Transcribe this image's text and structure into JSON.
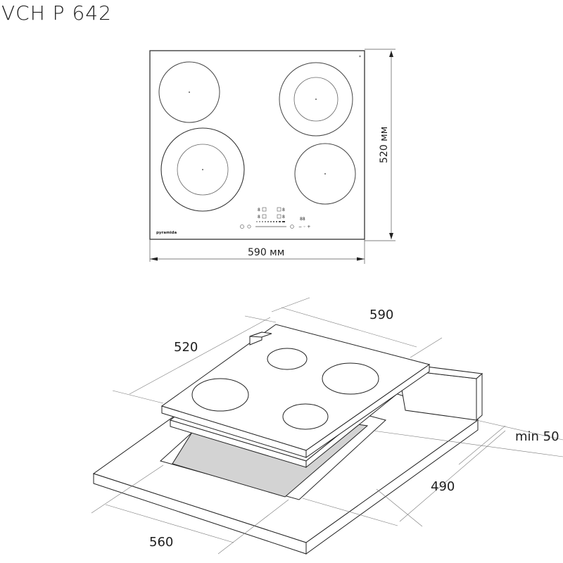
{
  "title": "VCH P 642",
  "top_view": {
    "brand": "pyramida",
    "width_label": "590 мм",
    "height_label": "520 мм",
    "control_panel": {
      "digits_top_left": "8",
      "digits_top_right": "8",
      "digits_bottom_left": "8",
      "digits_bottom_right": "8",
      "timer_digits": "88",
      "timer_controls": "− ◦ +",
      "power_icon": "power-icon",
      "lock_icon": "lock-icon",
      "settings_icon": "gear-icon"
    },
    "burners": [
      {
        "position": "rear-left",
        "type": "single"
      },
      {
        "position": "rear-right",
        "type": "dual"
      },
      {
        "position": "front-left",
        "type": "dual"
      },
      {
        "position": "front-right",
        "type": "single"
      }
    ]
  },
  "iso_view": {
    "width_label": "590",
    "depth_label": "520",
    "min_gap_label": "min 50",
    "cutout_depth_label": "490",
    "cutout_width_label": "560"
  }
}
